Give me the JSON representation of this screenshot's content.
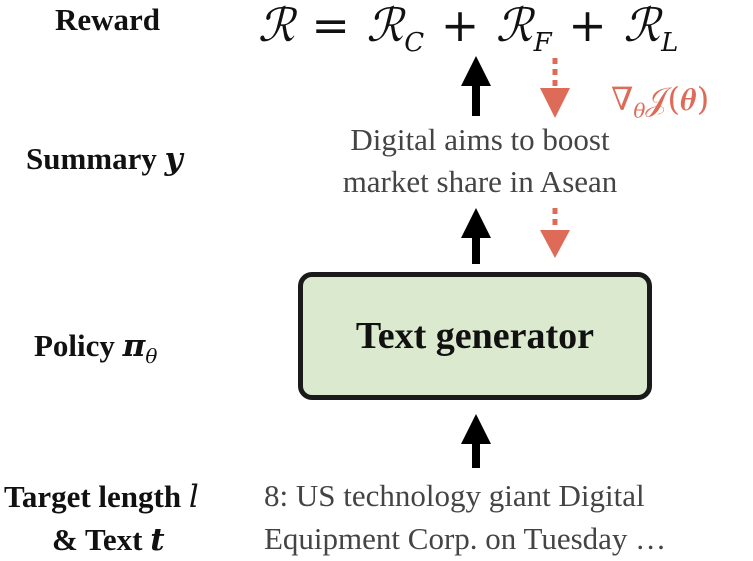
{
  "labels": {
    "reward": "Reward",
    "summary": "Summary",
    "summary_var": "y",
    "policy": "Policy",
    "policy_var": "π",
    "policy_sub": "θ",
    "target_line1": "Target length",
    "target_var_l": "l",
    "target_line2": "& Text",
    "target_var_t": "t"
  },
  "formula": {
    "main": "ℛ = ℛ",
    "sub_c": "C",
    "plus1": " + ℛ",
    "sub_f": "F",
    "plus2": " + ℛ",
    "sub_l": "L"
  },
  "gradient": {
    "nabla": "∇",
    "sub": "θ",
    "rest": "𝒥(𝜽)"
  },
  "summary_text": {
    "line1": "Digital aims to boost",
    "line2": "market share in Asean"
  },
  "generator_label": "Text generator",
  "input_text": {
    "line1": "8: US technology giant Digital",
    "line2": "Equipment Corp. on Tuesday …"
  },
  "colors": {
    "box_fill": "#dbeace",
    "gradient_red": "#de6b58",
    "arrow_black": "#000000"
  }
}
